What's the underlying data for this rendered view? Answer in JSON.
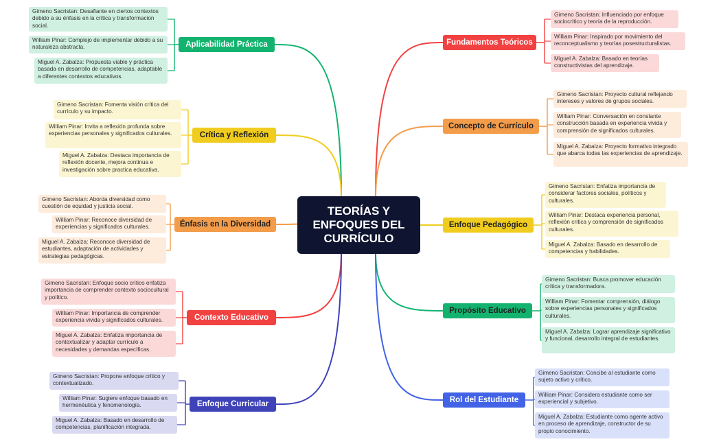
{
  "title": "TEORÍAS Y\nENFOQUES DEL\nCURRÍCULO",
  "branches": [
    {
      "label": "Aplicabilidad Práctica",
      "color": "#13b36f",
      "leaves": [
        "Gimeno Sacristan: Desafiante en ciertos contextos debido a su énfasis en la crítica y transformacion social.",
        "William Pinar: Complejo de implementar debido a su naturaleza abstracta.",
        "Miguel A. Zabalza: Propuesta viable y práctica basada en desarrollo de competencias, adaptable a diferentes contextos educativos."
      ]
    },
    {
      "label": "Crítica y Reflexión",
      "color": "#f0cc1f",
      "leaves": [
        "Gimeno Sacristan: Fomenta visión crítica del currículo y su impacto.",
        "William Pinar: Invita a reflexión profunda sobre experiencias personales y significados culturales.",
        "Miguel A. Zabalza: Destaca importancia de reflexión docente, mejora continua e investigación sobre practica educativa."
      ]
    },
    {
      "label": "Énfasis en la Diversidad",
      "color": "#f39c4a",
      "leaves": [
        "Gimeno Sacristan: Aborda diversidad como cuestión de equidad y justicia social.",
        "William Pinar: Reconoce diversidad de experiencias y significados culturales.",
        "Miguel A. Zabalza: Reconoce diversidad de estudiantes, adaptación de actividades y estrategias pedagógicas."
      ]
    },
    {
      "label": "Contexto Educativo",
      "color": "#f24141",
      "leaves": [
        "Gimeno Sacristan: Enfoque socio crítico enfatiza importancia de comprender contexto sociocultural y político.",
        "William Pinar: Importancia de comprender experiencia vivida y significados culturales.",
        "Miguel A. Zabalza: Enfatiza importancia de contextualizar y adaptar currículo a necesidades y demandas específicas."
      ]
    },
    {
      "label": "Enfoque Curricular",
      "color": "#3f43b8",
      "leaves": [
        "Gimeno Sacristan: Propone enfoque crítico y contextualizado.",
        "William Pinar: Sugiere enfoque basado en hermenéutica y fenomenología.",
        "Miguel A. Zabalza: Basado en desarrollo de competencias, planificación integrada."
      ]
    },
    {
      "label": "Fundamentos Teóricos",
      "color": "#f24141",
      "leaves": [
        "Gimeno Sacristan: Influenciado por enfoque sociocrítico y teoría de la reproducción.",
        "William Pinar: Inspirado por movimiento del reconceptualismo y teorías posestructuralistas.",
        "Miguel A. Zabalza: Basado en teorías constructivistas del aprendizaje."
      ]
    },
    {
      "label": "Concepto de Currículo",
      "color": "#f39c4a",
      "leaves": [
        "Gimeno Sacristan: Proyecto cultural reflejando intereses y valores de grupos sociales.",
        "William Pinar: Conversación en constante construcción basada en experiencia vivida y comprensión de significados culturales.",
        "Miguel A. Zabalza: Proyecto formativo integrado que abarca todas las experiencias de aprendizaje."
      ]
    },
    {
      "label": "Enfoque Pedagógico",
      "color": "#f0cc1f",
      "leaves": [
        "Gimeno Sacristan: Enfatiza importancia de considerar factores sociales, políticos y culturales.",
        "William Pinar: Destaca experiencia personal, reflexión crítica y comprensión de significados culturales.",
        "Miguel A. Zabalza: Basado en desarrollo de competencias y habilidades."
      ]
    },
    {
      "label": "Propósito Educativo",
      "color": "#13b36f",
      "leaves": [
        "Gimeno Sacristan: Busca promover educación crítica y transformadora.",
        "William Pinar: Fomentar comprensión, diálogo sobre experiencias personales y significados culturales.",
        "Miguel A. Zabalza: Lograr aprendizaje significativo y funcional, desarrollo integral de estudiantes."
      ]
    },
    {
      "label": "Rol del Estudiante",
      "color": "#4363e6",
      "leaves": [
        "Gimeno Sacristan: Concibe al estudiante como sujeto activo y crítico.",
        "William Pinar: Considera estudiante como ser experiencial y subjetivo.",
        "Miguel A. Zabalza: Estudiante como agente activo en proceso de aprendizaje, constructor de su propio conocimiento."
      ]
    }
  ]
}
